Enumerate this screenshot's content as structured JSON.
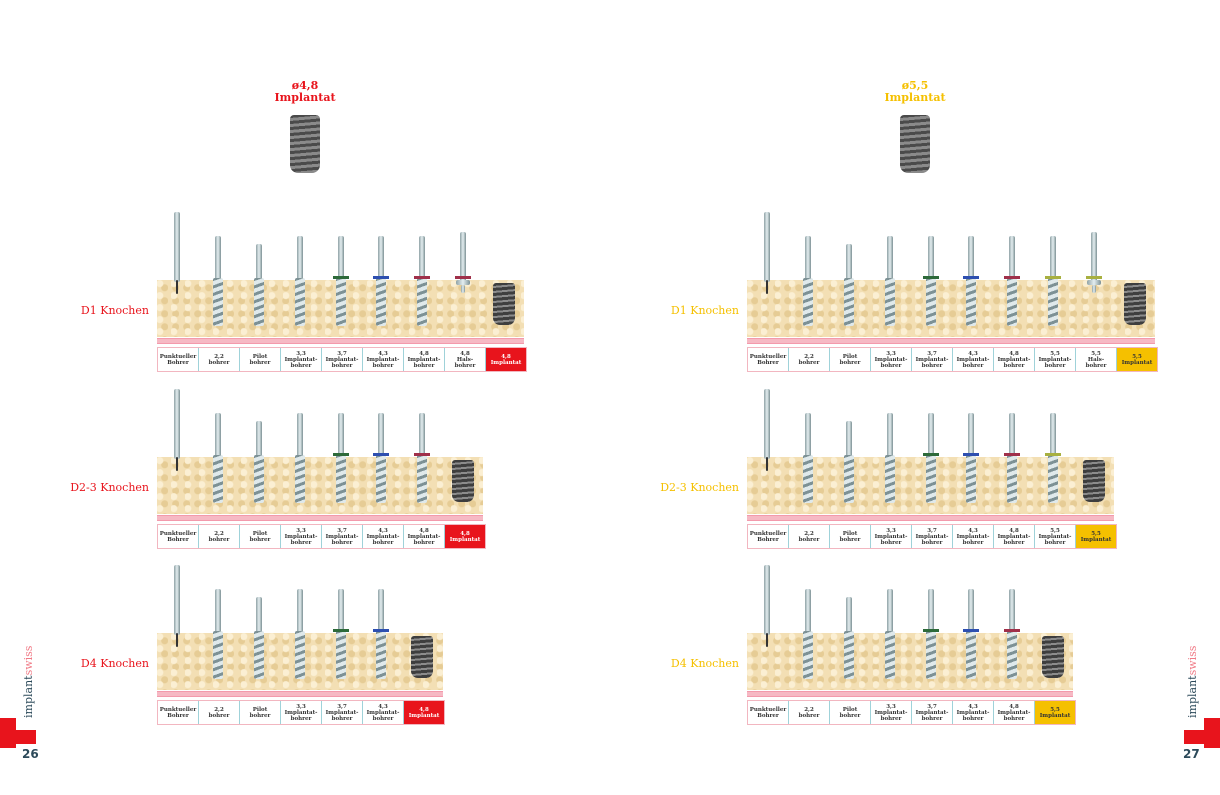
{
  "brand": {
    "part1": "implant",
    "part2": "swiss"
  },
  "pages": [
    {
      "page_number": "26",
      "header": {
        "size": "ø4,8",
        "word": "Implantat"
      },
      "accent": "#e8141c",
      "rows": [
        {
          "label": "D1 Knochen",
          "tools": [
            {
              "l1": "Punktueller",
              "l2": "Bohrer",
              "type": "point"
            },
            {
              "l1": "2,2",
              "l2": "bohrer",
              "type": "drill"
            },
            {
              "l1": "Pilot",
              "l2": "bohrer",
              "type": "pilot"
            },
            {
              "l1": "3,3",
              "l2": "Implantat-",
              "l3": "bohrer",
              "type": "drill"
            },
            {
              "l1": "3,7",
              "l2": "Implantat-",
              "l3": "bohrer",
              "type": "drill",
              "ring": "#2d6a3a"
            },
            {
              "l1": "4,3",
              "l2": "Implantat-",
              "l3": "bohrer",
              "type": "drill",
              "ring": "#2d4fb0"
            },
            {
              "l1": "4,8",
              "l2": "Implantat-",
              "l3": "bohrer",
              "type": "drill",
              "ring": "#a0304a"
            },
            {
              "l1": "4,8",
              "l2": "Hals-",
              "l3": "bohrer",
              "type": "hals",
              "ring": "#a0304a"
            },
            {
              "l1": "4,8",
              "l2": "Implantat",
              "type": "implant"
            }
          ]
        },
        {
          "label": "D2-3 Knochen",
          "tools": [
            {
              "l1": "Punktueller",
              "l2": "Bohrer",
              "type": "point"
            },
            {
              "l1": "2,2",
              "l2": "bohrer",
              "type": "drill"
            },
            {
              "l1": "Pilot",
              "l2": "bohrer",
              "type": "pilot"
            },
            {
              "l1": "3,3",
              "l2": "Implantat-",
              "l3": "bohrer",
              "type": "drill"
            },
            {
              "l1": "3,7",
              "l2": "Implantat-",
              "l3": "bohrer",
              "type": "drill",
              "ring": "#2d6a3a"
            },
            {
              "l1": "4,3",
              "l2": "Implantat-",
              "l3": "bohrer",
              "type": "drill",
              "ring": "#2d4fb0"
            },
            {
              "l1": "4,8",
              "l2": "Implantat-",
              "l3": "bohrer",
              "type": "drill",
              "ring": "#a0304a"
            },
            {
              "l1": "4,8",
              "l2": "Implantat",
              "type": "implant"
            }
          ]
        },
        {
          "label": "D4 Knochen",
          "tools": [
            {
              "l1": "Punktueller",
              "l2": "Bohrer",
              "type": "point"
            },
            {
              "l1": "2,2",
              "l2": "bohrer",
              "type": "drill"
            },
            {
              "l1": "Pilot",
              "l2": "bohrer",
              "type": "pilot"
            },
            {
              "l1": "3,3",
              "l2": "Implantat-",
              "l3": "bohrer",
              "type": "drill"
            },
            {
              "l1": "3,7",
              "l2": "Implantat-",
              "l3": "bohrer",
              "type": "drill",
              "ring": "#2d6a3a"
            },
            {
              "l1": "4,3",
              "l2": "Implantat-",
              "l3": "bohrer",
              "type": "drill",
              "ring": "#2d4fb0"
            },
            {
              "l1": "4,8",
              "l2": "Implantat",
              "type": "implant"
            }
          ]
        }
      ]
    },
    {
      "page_number": "27",
      "header": {
        "size": "ø5,5",
        "word": "Implantat"
      },
      "accent": "#f5c000",
      "rows": [
        {
          "label": "D1 Knochen",
          "tools": [
            {
              "l1": "Punktueller",
              "l2": "Bohrer",
              "type": "point"
            },
            {
              "l1": "2,2",
              "l2": "bohrer",
              "type": "drill"
            },
            {
              "l1": "Pilot",
              "l2": "bohrer",
              "type": "pilot"
            },
            {
              "l1": "3,3",
              "l2": "Implantat-",
              "l3": "bohrer",
              "type": "drill"
            },
            {
              "l1": "3,7",
              "l2": "Implantat-",
              "l3": "bohrer",
              "type": "drill",
              "ring": "#2d6a3a"
            },
            {
              "l1": "4,3",
              "l2": "Implantat-",
              "l3": "bohrer",
              "type": "drill",
              "ring": "#2d4fb0"
            },
            {
              "l1": "4,8",
              "l2": "Implantat-",
              "l3": "bohrer",
              "type": "drill",
              "ring": "#a0304a"
            },
            {
              "l1": "5,5",
              "l2": "Implantat-",
              "l3": "bohrer",
              "type": "drill",
              "ring": "#a8b040"
            },
            {
              "l1": "5,5",
              "l2": "Hals-",
              "l3": "bohrer",
              "type": "hals",
              "ring": "#a8b040"
            },
            {
              "l1": "5,5",
              "l2": "Implantat",
              "type": "implant"
            }
          ]
        },
        {
          "label": "D2-3 Knochen",
          "tools": [
            {
              "l1": "Punktueller",
              "l2": "Bohrer",
              "type": "point"
            },
            {
              "l1": "2,2",
              "l2": "bohrer",
              "type": "drill"
            },
            {
              "l1": "Pilot",
              "l2": "bohrer",
              "type": "pilot"
            },
            {
              "l1": "3,3",
              "l2": "Implantat-",
              "l3": "bohrer",
              "type": "drill"
            },
            {
              "l1": "3,7",
              "l2": "Implantat-",
              "l3": "bohrer",
              "type": "drill",
              "ring": "#2d6a3a"
            },
            {
              "l1": "4,3",
              "l2": "Implantat-",
              "l3": "bohrer",
              "type": "drill",
              "ring": "#2d4fb0"
            },
            {
              "l1": "4,8",
              "l2": "Implantat-",
              "l3": "bohrer",
              "type": "drill",
              "ring": "#a0304a"
            },
            {
              "l1": "5,5",
              "l2": "Implantat-",
              "l3": "bohrer",
              "type": "drill",
              "ring": "#a8b040"
            },
            {
              "l1": "5,5",
              "l2": "Implantat",
              "type": "implant"
            }
          ]
        },
        {
          "label": "D4 Knochen",
          "tools": [
            {
              "l1": "Punktueller",
              "l2": "Bohrer",
              "type": "point"
            },
            {
              "l1": "2,2",
              "l2": "bohrer",
              "type": "drill"
            },
            {
              "l1": "Pilot",
              "l2": "bohrer",
              "type": "pilot"
            },
            {
              "l1": "3,3",
              "l2": "Implantat-",
              "l3": "bohrer",
              "type": "drill"
            },
            {
              "l1": "3,7",
              "l2": "Implantat-",
              "l3": "bohrer",
              "type": "drill",
              "ring": "#2d6a3a"
            },
            {
              "l1": "4,3",
              "l2": "Implantat-",
              "l3": "bohrer",
              "type": "drill",
              "ring": "#2d4fb0"
            },
            {
              "l1": "4,8",
              "l2": "Implantat-",
              "l3": "bohrer",
              "type": "drill",
              "ring": "#a0304a"
            },
            {
              "l1": "5,5",
              "l2": "Implantat",
              "type": "implant"
            }
          ]
        }
      ]
    }
  ]
}
